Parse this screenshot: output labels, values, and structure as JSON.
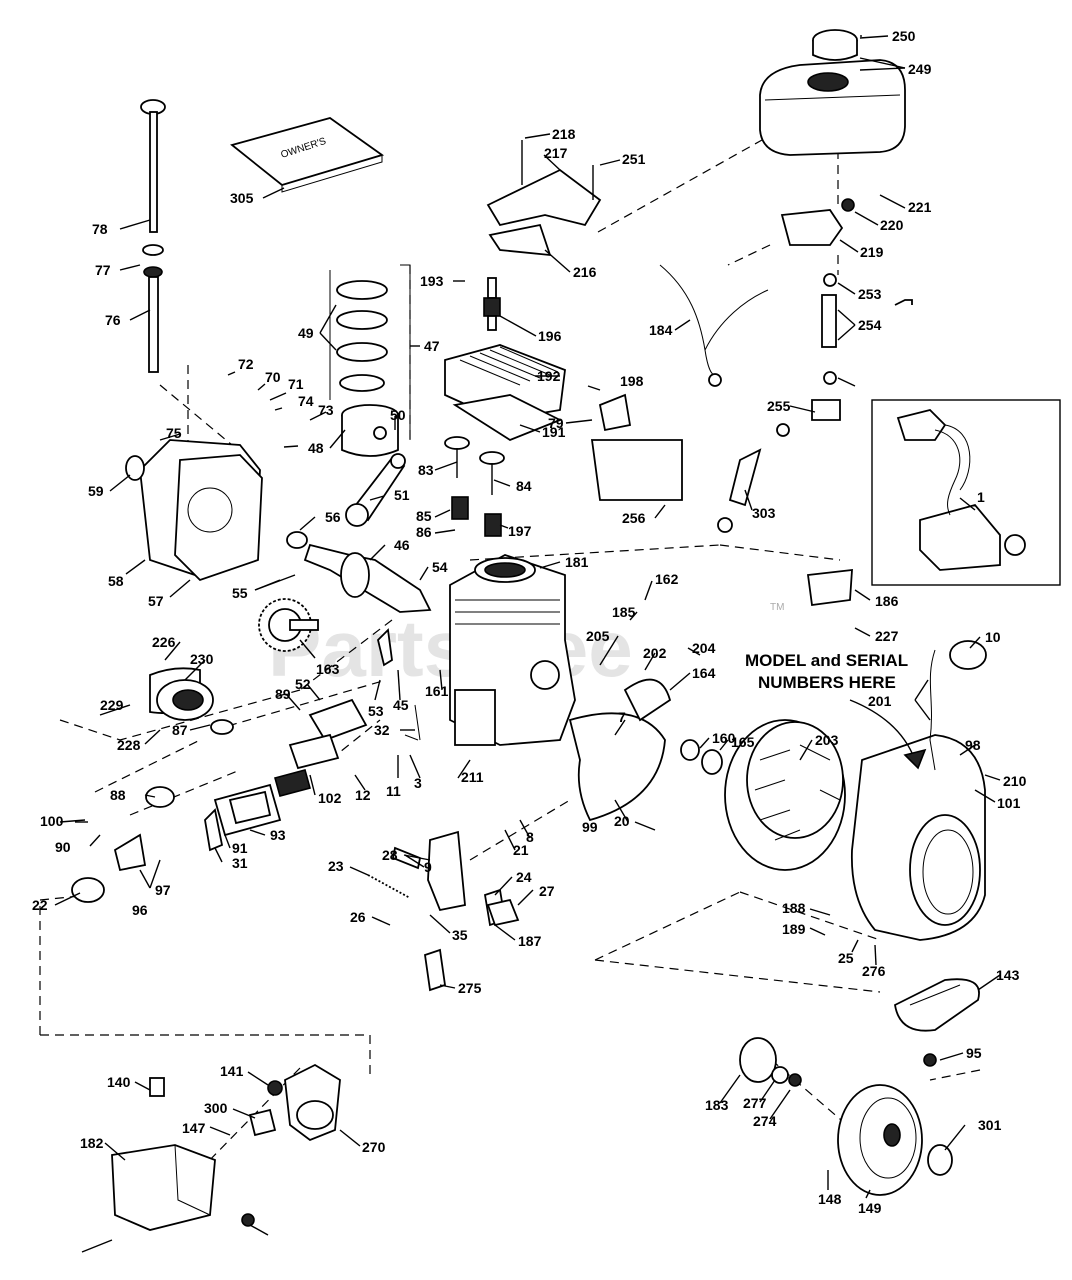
{
  "watermark": "PartsTree",
  "trademark": "TM",
  "manual_text": "OWNER'S",
  "model_note": [
    "MODEL and SERIAL",
    "NUMBERS HERE"
  ],
  "labels": [
    "250",
    "249",
    "218",
    "217",
    "251",
    "221",
    "220",
    "219",
    "216",
    "305",
    "78",
    "77",
    "76",
    "49",
    "47",
    "193",
    "196",
    "192",
    "184",
    "253",
    "254",
    "72",
    "70",
    "71",
    "74",
    "73",
    "50",
    "48",
    "191",
    "198",
    "79",
    "255",
    "75",
    "59",
    "58",
    "57",
    "56",
    "46",
    "51",
    "83",
    "84",
    "85",
    "86",
    "197",
    "256",
    "303",
    "1",
    "181",
    "54",
    "55",
    "163",
    "162",
    "185",
    "186",
    "227",
    "226",
    "230",
    "229",
    "228",
    "87",
    "89",
    "52",
    "53",
    "45",
    "161",
    "205",
    "204",
    "164",
    "202",
    "10",
    "32",
    "7",
    "160",
    "165",
    "203",
    "201",
    "98",
    "88",
    "102",
    "12",
    "11",
    "3",
    "211",
    "210",
    "101",
    "100",
    "90",
    "93",
    "91",
    "31",
    "9",
    "8",
    "21",
    "20",
    "99",
    "97",
    "96",
    "22",
    "28",
    "23",
    "24",
    "27",
    "26",
    "35",
    "187",
    "188",
    "189",
    "25",
    "276",
    "275",
    "143",
    "95",
    "140",
    "141",
    "300",
    "147",
    "270",
    "182",
    "183",
    "277",
    "274",
    "301",
    "148",
    "149"
  ]
}
